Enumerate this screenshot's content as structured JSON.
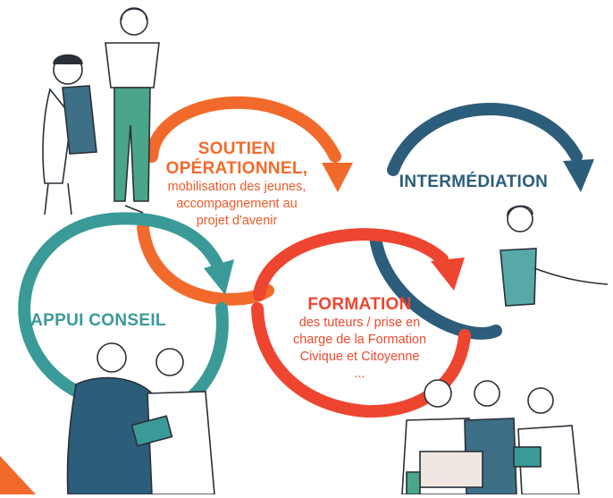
{
  "colors": {
    "orange": "#f26a2b",
    "red_orange": "#ee4530",
    "teal": "#3a9a98",
    "navy": "#2c5d7a",
    "sketch_ink": "#2a2f38",
    "jacket_blue": "#3d6f86",
    "trousers_green": "#4aa58a",
    "beige": "#f0e8e0"
  },
  "nodes": {
    "soutien": {
      "title_1": "SOUTIEN",
      "title_2": "OPÉRATIONNEL,",
      "line_1": "mobilisation des jeunes,",
      "line_2": "accompagnement au",
      "line_3": "projet d'avenir"
    },
    "intermediation": {
      "title": "INTERMÉDIATION"
    },
    "appui": {
      "title": "APPUI CONSEIL"
    },
    "formation": {
      "title": "FORMATION",
      "line_1": "des tuteurs / prise en",
      "line_2": "charge de la Formation",
      "line_3": "Civique et Citoyenne",
      "line_4": "..."
    }
  },
  "icons": [
    "arrowhead-icon",
    "person-illustration-icon"
  ]
}
